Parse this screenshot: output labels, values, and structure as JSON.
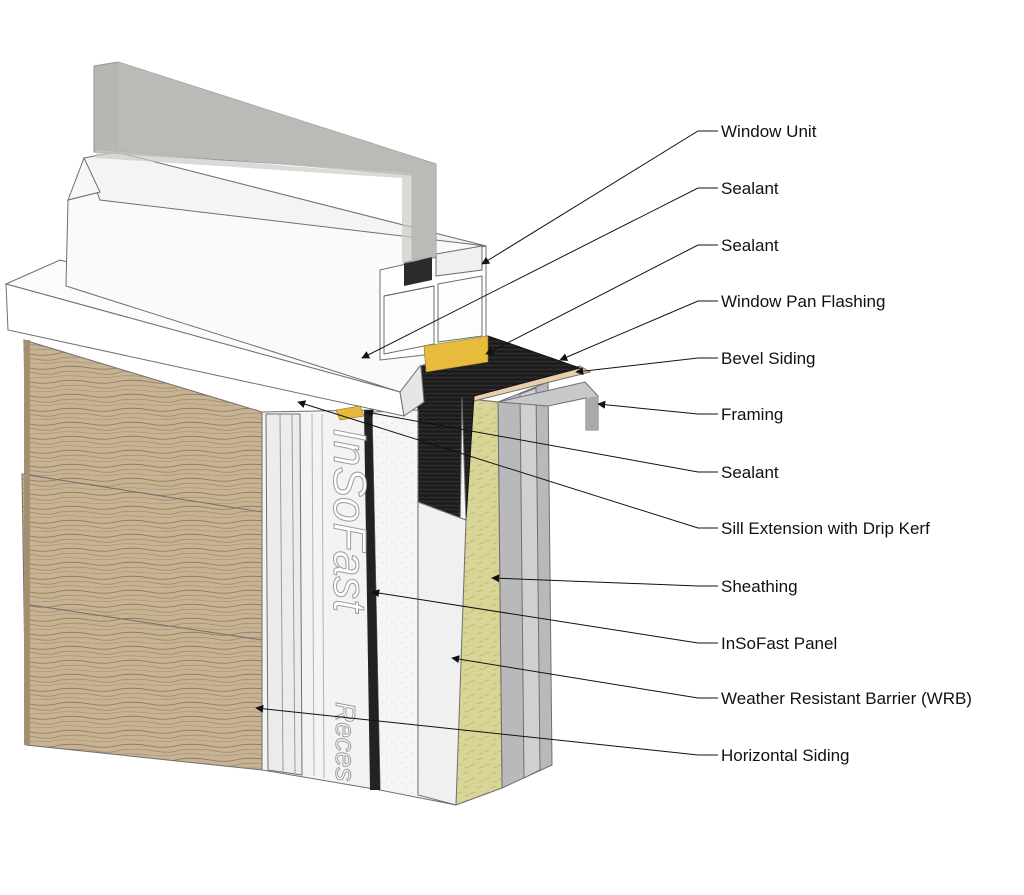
{
  "diagram": {
    "callouts": [
      {
        "id": "window-unit",
        "text": "Window Unit"
      },
      {
        "id": "sealant-1",
        "text": "Sealant"
      },
      {
        "id": "sealant-2",
        "text": "Sealant"
      },
      {
        "id": "window-pan-flashing",
        "text": "Window Pan Flashing"
      },
      {
        "id": "bevel-siding",
        "text": "Bevel Siding"
      },
      {
        "id": "framing",
        "text": "Framing"
      },
      {
        "id": "sealant-3",
        "text": "Sealant"
      },
      {
        "id": "sill-extension",
        "text": "Sill Extension with Drip Kerf"
      },
      {
        "id": "sheathing",
        "text": "Sheathing"
      },
      {
        "id": "insofast-panel",
        "text": "InSoFast Panel"
      },
      {
        "id": "wrb",
        "text": "Weather Resistant Barrier (WRB)"
      },
      {
        "id": "horizontal-siding",
        "text": "Horizontal Siding"
      }
    ],
    "panel_print": "InSoFast",
    "panel_print_lower": "Reces",
    "colors": {
      "glass": "#a9aca5",
      "window_frame": "#fafafa",
      "sealant": "#e2b93d",
      "flashing": "#1d1d1d",
      "siding": "#c3ad8e",
      "foam_panel": "#f1f1f1",
      "sheathing": "#d9d69a",
      "framing": "#b7b7b9",
      "bevel_siding": "#e8ccaa"
    }
  }
}
